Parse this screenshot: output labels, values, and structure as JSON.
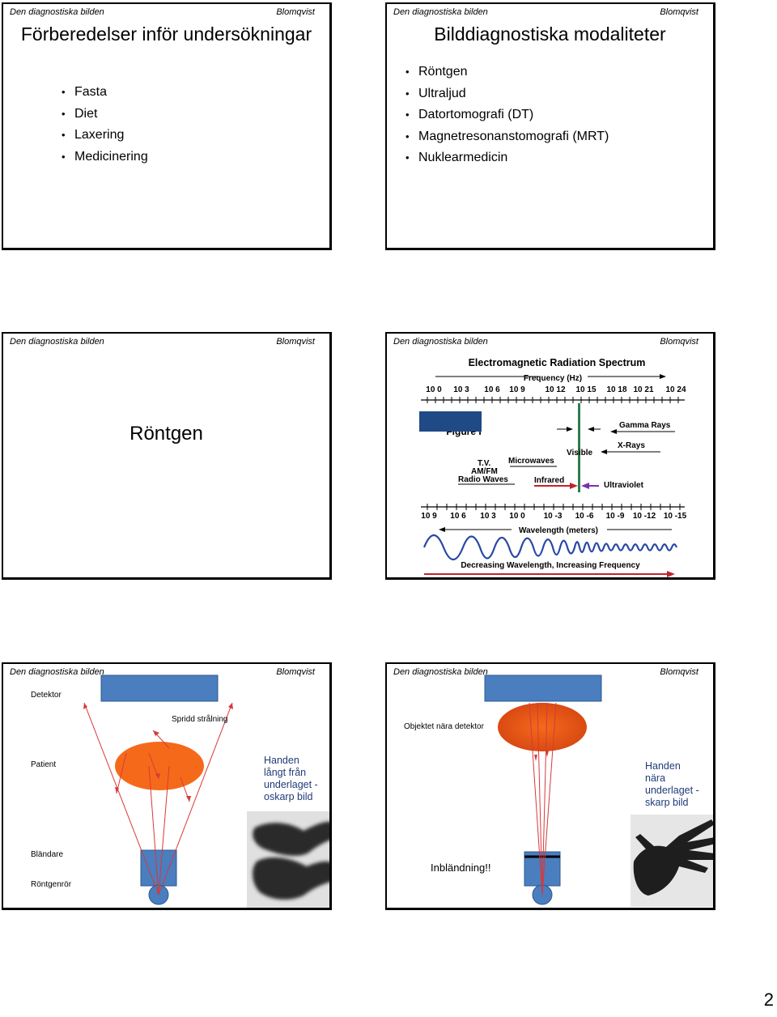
{
  "header": {
    "left": "Den diagnostiska bilden",
    "right": "Blomqvist"
  },
  "slide1": {
    "title": "Förberedelser inför undersökningar",
    "bullets": [
      "Fasta",
      "Diet",
      "Laxering",
      "Medicinering"
    ]
  },
  "slide2": {
    "title": "Bilddiagnostiska modaliteter",
    "bullets": [
      "Röntgen",
      "Ultraljud",
      "Datortomografi (DT)",
      "Magnetresonanstomografi (MRT)",
      "Nuklearmedicin"
    ]
  },
  "slide3": {
    "title": "Röntgen"
  },
  "slide4": {
    "spectrum_title": "Electromagnetic Radiation Spectrum",
    "frequency_label": "Frequency (Hz)",
    "freq_ticks": [
      "10 0",
      "10 3",
      "10 6",
      "10 9",
      "10 12",
      "10 15",
      "10 18",
      "10 21",
      "10 24"
    ],
    "figure_label": "Figure I",
    "bands": {
      "gamma": "Gamma Rays",
      "xray": "X-Rays",
      "visible": "Visible",
      "microwaves": "Microwaves",
      "tv": "T.V.",
      "amfm": "AM/FM",
      "radio": "Radio Waves",
      "infrared": "Infrared",
      "ultraviolet": "Ultraviolet"
    },
    "wave_ticks": [
      "10 9",
      "10 6",
      "10 3",
      "10 0",
      "10 -3",
      "10 -6",
      "10 -9",
      "10 -12",
      "10 -15"
    ],
    "wavelength_label": "Wavelength (meters)",
    "bottom_caption": "Decreasing Wavelength, Increasing Frequency"
  },
  "slide5": {
    "detektor": "Detektor",
    "spridd": "Spridd strålning",
    "patient": "Patient",
    "handen": [
      "Handen",
      "långt från",
      "underlaget -",
      "oskarp bild"
    ],
    "blandare": "Bländare",
    "rontgenror": "Röntgenrör"
  },
  "slide6": {
    "objektet": "Objektet nära detektor",
    "handen": [
      "Handen",
      "nära",
      "underlaget -",
      "skarp bild"
    ],
    "inblandning": "Inbländning!!"
  },
  "page_number": "2"
}
